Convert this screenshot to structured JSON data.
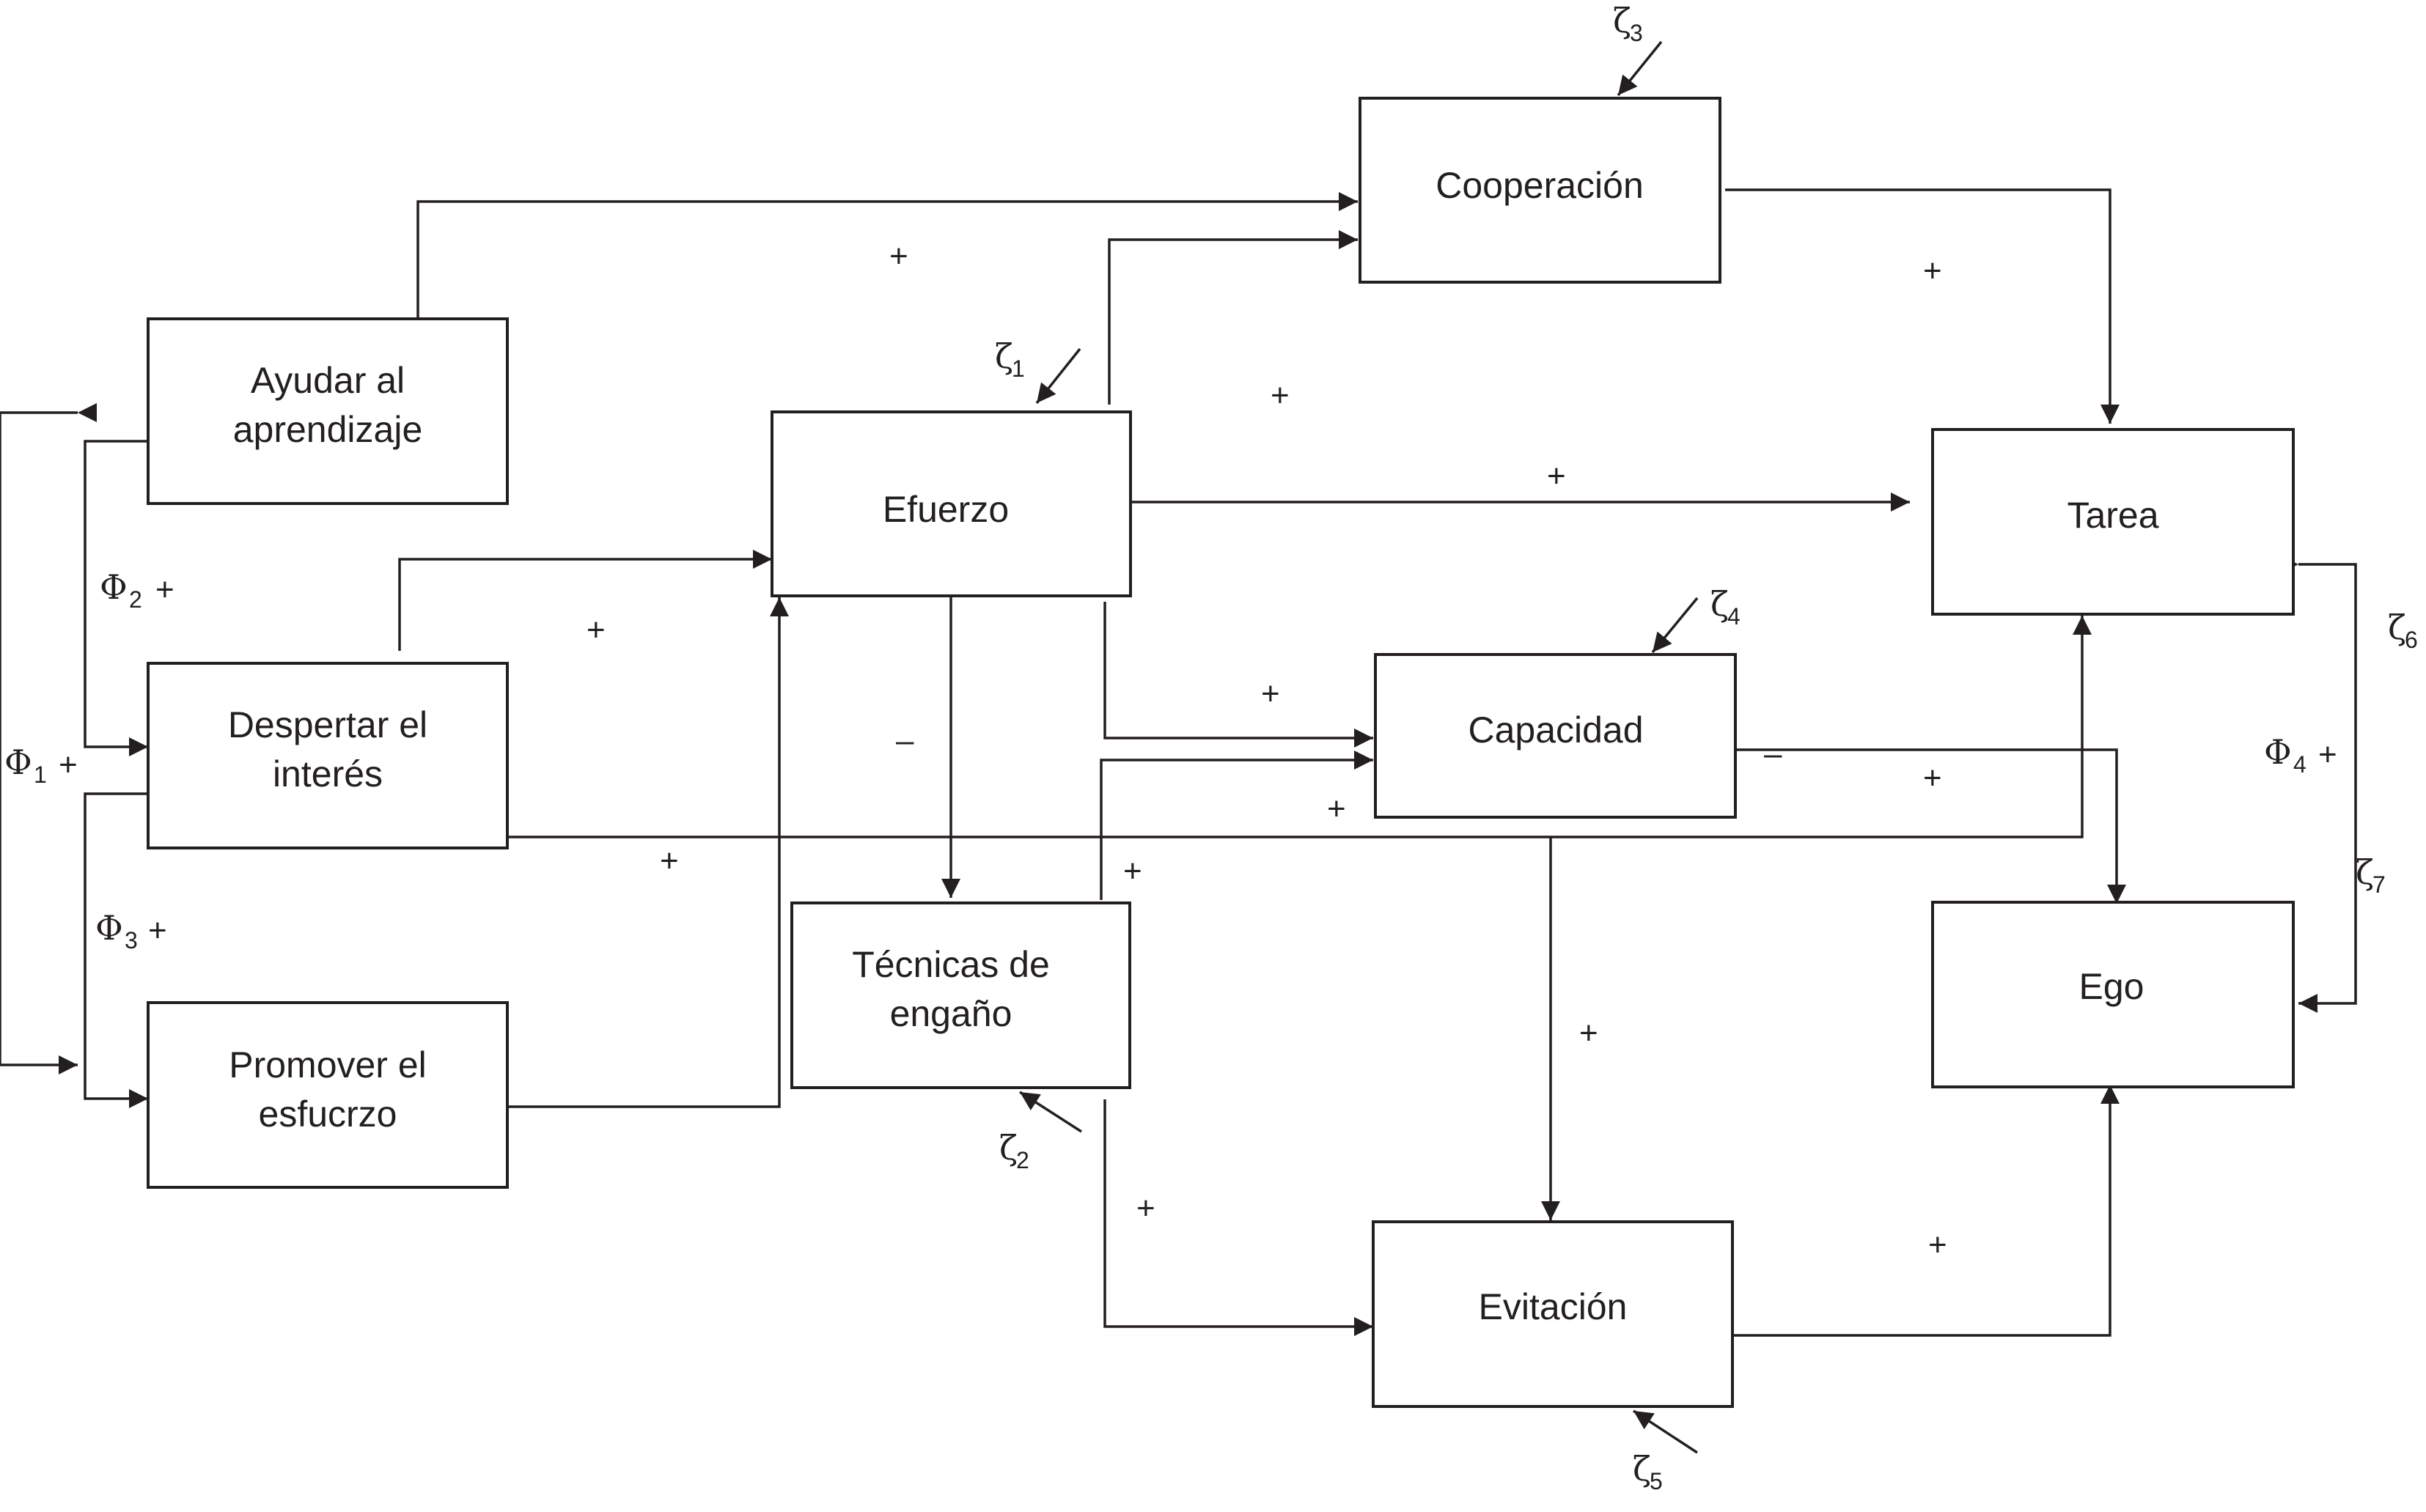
{
  "nodes": [
    {
      "id": "ayudar",
      "lines": [
        "Ayudar al",
        "aprendizaje"
      ]
    },
    {
      "id": "despertar",
      "lines": [
        "Despertar el",
        "interés"
      ]
    },
    {
      "id": "promover",
      "lines": [
        "Promover el",
        "esfucrzo"
      ]
    },
    {
      "id": "esfuerzo",
      "lines": [
        "Efuerzo"
      ]
    },
    {
      "id": "tecnicas",
      "lines": [
        "Técnicas de",
        "engaño"
      ]
    },
    {
      "id": "cooperacion",
      "lines": [
        "Cooperación"
      ]
    },
    {
      "id": "capacidad",
      "lines": [
        "Capacidad"
      ]
    },
    {
      "id": "evitacion",
      "lines": [
        "Evitación"
      ]
    },
    {
      "id": "tarea",
      "lines": [
        "Tarea"
      ]
    },
    {
      "id": "ego",
      "lines": [
        "Ego"
      ]
    }
  ],
  "edges": [
    {
      "from": "ayudar",
      "to": "cooperacion",
      "sign": "+"
    },
    {
      "from": "esfuerzo",
      "to": "cooperacion",
      "sign": "+"
    },
    {
      "from": "despertar",
      "to": "esfuerzo",
      "sign": "+"
    },
    {
      "from": "promover",
      "to": "esfuerzo",
      "sign": ""
    },
    {
      "from": "esfuerzo",
      "to": "tarea",
      "sign": "+"
    },
    {
      "from": "esfuerzo",
      "to": "tecnicas",
      "sign": "–"
    },
    {
      "from": "esfuerzo",
      "to": "capacidad",
      "sign": "+"
    },
    {
      "from": "tecnicas",
      "to": "capacidad",
      "sign": "+"
    },
    {
      "from": "despertar",
      "to": "tarea",
      "sign": "+"
    },
    {
      "from": "cooperacion",
      "to": "tarea",
      "sign": "+"
    },
    {
      "from": "capacidad",
      "to": "ego",
      "sign": "–"
    },
    {
      "from": "capacidad",
      "to": "evitacion",
      "sign": "+"
    },
    {
      "from": "tecnicas",
      "to": "evitacion",
      "sign": "+"
    },
    {
      "from": "evitacion",
      "to": "ego",
      "sign": "+"
    }
  ],
  "extra_signs": [
    "+",
    "+",
    "+"
  ],
  "covariances": [
    {
      "symbol": "Φ",
      "sub": "1",
      "sign": "+"
    },
    {
      "symbol": "Φ",
      "sub": "2",
      "sign": "+"
    },
    {
      "symbol": "Φ",
      "sub": "3",
      "sign": "+"
    },
    {
      "symbol": "Φ",
      "sub": "4",
      "sign": "+"
    }
  ],
  "disturbances": [
    {
      "symbol": "ζ",
      "sub": "1"
    },
    {
      "symbol": "ζ",
      "sub": "2"
    },
    {
      "symbol": "ζ",
      "sub": "3"
    },
    {
      "symbol": "ζ",
      "sub": "4"
    },
    {
      "symbol": "ζ",
      "sub": "5"
    },
    {
      "symbol": "ζ",
      "sub": "6"
    },
    {
      "symbol": "ζ",
      "sub": "7"
    }
  ]
}
